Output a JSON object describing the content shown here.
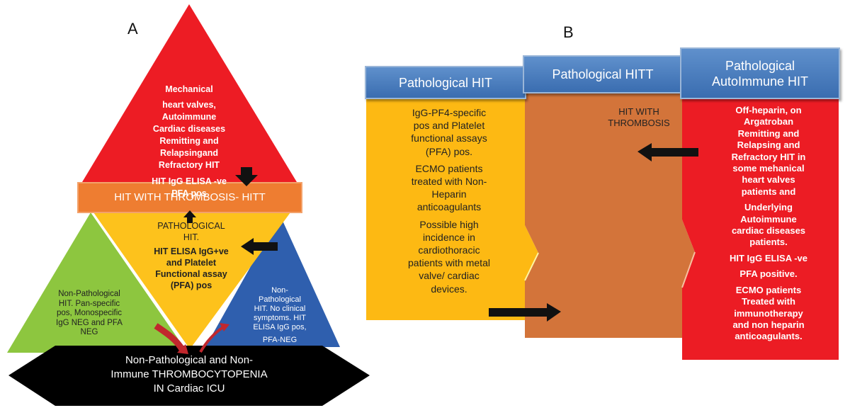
{
  "panels": {
    "a": "A",
    "b": "B"
  },
  "panel_a": {
    "red_top": {
      "lines": [
        "Mechanical",
        "heart valves,",
        "Autoimmune",
        "Cardiac diseases",
        "Remitting and",
        "Relapsingand",
        "Refractory HIT"
      ],
      "criteria": [
        "HIT IgG ELISA -ve",
        "PFA pos"
      ]
    },
    "hitt_bar": "HIT WITH THROMBOSIS- HITT",
    "yellow_mid": [
      "PATHOLOGICAL",
      "HIT.",
      "HIT ELISA IgG+ve",
      "and Platelet",
      "Functional assay",
      "(PFA) pos"
    ],
    "green_left": [
      "Non-Pathological",
      "HIT. Pan-specific",
      "pos, Monospecific",
      "IgG NEG  and PFA",
      "NEG"
    ],
    "blue_right": [
      "Non-",
      "Pathological",
      "HIT. No clinical",
      "symptoms.  HIT",
      "ELISA IgG pos,",
      "PFA-NEG"
    ],
    "base": [
      "Non-Pathological and Non-",
      "Immune THROMBOCYTOPENIA",
      "IN Cardiac ICU"
    ],
    "colors": {
      "red": "#ed1c24",
      "orange": "#ee7d31",
      "yellow": "#fdc21c",
      "green": "#8dc63f",
      "blue": "#2f5fae",
      "black": "#000000"
    }
  },
  "panel_b": {
    "headers": {
      "hit": [
        "Pathological HIT"
      ],
      "hitt": [
        "Pathological HITT"
      ],
      "auto": [
        "Pathological",
        "AutoImmune HIT"
      ]
    },
    "col_hit": [
      [
        "IgG-PF4-specific",
        "pos and Platelet",
        "functional assays",
        "(PFA) pos."
      ],
      [
        "ECMO patients",
        "treated with Non-",
        "Heparin",
        "anticoagulants"
      ],
      [
        "Possible high",
        "incidence in",
        "cardiothoracic",
        "patients with metal",
        "valve/ cardiac",
        "devices."
      ]
    ],
    "col_hitt": [
      "HIT WITH",
      "THROMBOSIS"
    ],
    "col_auto": [
      [
        "Off-heparin, on",
        "Argatroban",
        "Remitting and",
        "Relapsing and",
        "Refractory HIT in",
        "some mehanical",
        "heart  valves",
        "patients and"
      ],
      [
        "Underlying",
        "Autoimmune",
        "cardiac diseases",
        "patients."
      ],
      [
        "HIT IgG ELISA -ve"
      ],
      [
        "PFA positive."
      ],
      [
        "ECMO patients",
        "Treated with",
        "immunotherapy",
        "and non heparin",
        "anticoagulants."
      ]
    ],
    "colors": {
      "header": "#4a7fc0",
      "hit": "#fdb913",
      "hitt": "#d3743a",
      "auto": "#ec1c24"
    }
  }
}
